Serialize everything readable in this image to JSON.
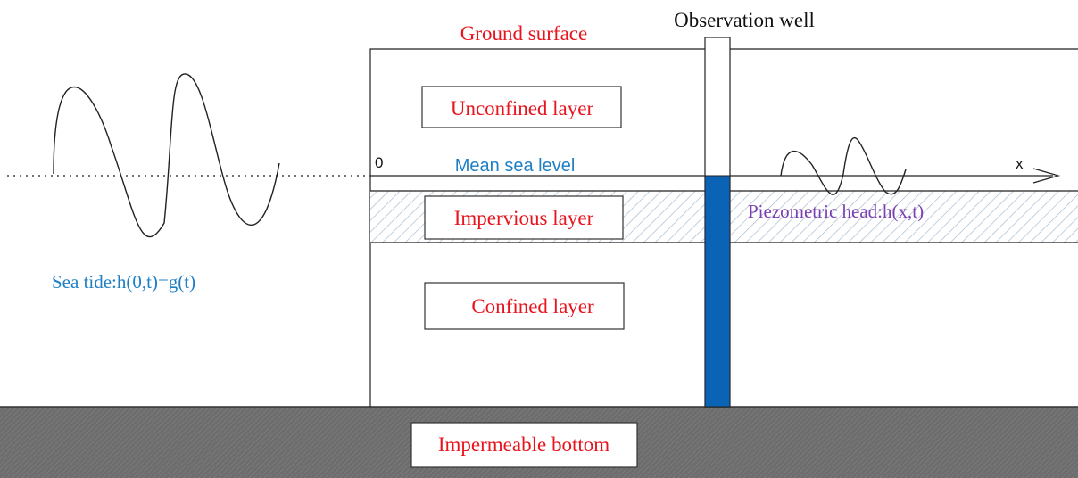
{
  "labels": {
    "ground_surface": "Ground surface",
    "observation_well": "Observation well",
    "unconfined_layer": "Unconfined layer",
    "origin": "0",
    "mean_sea_level": "Mean sea level",
    "x_axis": "x",
    "impervious_layer": "Impervious layer",
    "piezometric_head": "Piezometric head:h(x,t)",
    "sea_tide": "Sea tide:h(0,t)=g(t)",
    "confined_layer": "Confined layer",
    "impermeable_bottom": "Impermeable bottom"
  },
  "colors": {
    "label_red": "#e8141e",
    "sea_blue": "#1e7fc4",
    "well_water": "#0b63b6",
    "piezometric_purple": "#7a3fb2",
    "bottom_gray": "#707070",
    "hatch": "#a9bccf"
  }
}
